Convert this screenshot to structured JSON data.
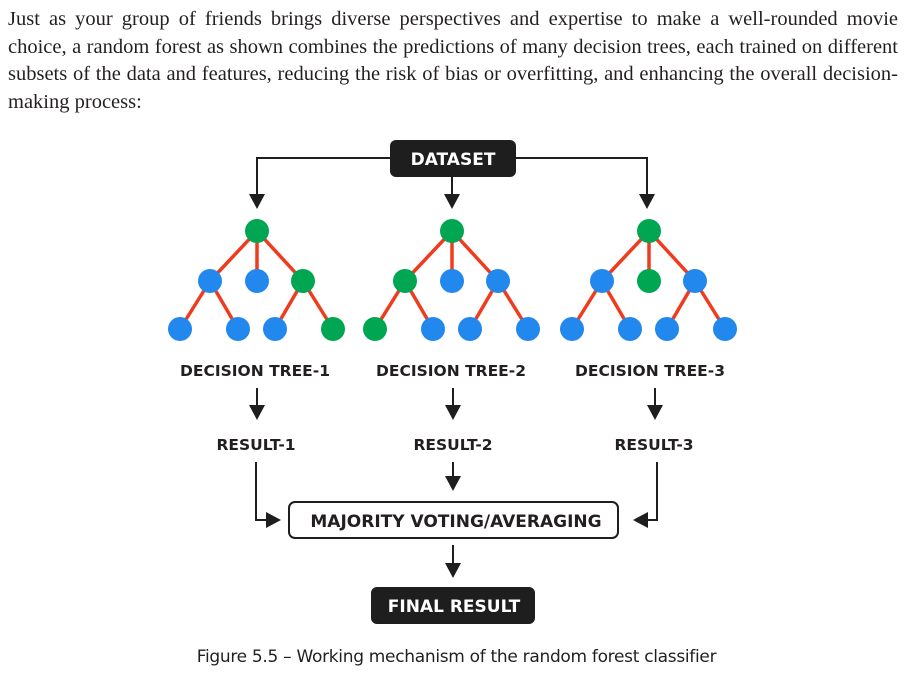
{
  "paragraph": "Just as your group of friends brings diverse perspectives and expertise to make a well-rounded movie choice, a random forest as shown combines the predictions of many decision trees, each trained on different subsets of the data and features, reducing the risk of bias or overfitting, and enhancing the overall decision-making process:",
  "diagram": {
    "dataset_label": "DATASET",
    "trees": [
      {
        "label": "DECISION TREE-1",
        "result": "RESULT-1",
        "nodes": {
          "root": "green",
          "level2": [
            "blue",
            "blue",
            "green"
          ],
          "level3": [
            "blue",
            "blue",
            "blue",
            "green"
          ]
        }
      },
      {
        "label": "DECISION TREE-2",
        "result": "RESULT-2",
        "nodes": {
          "root": "green",
          "level2": [
            "green",
            "blue",
            "blue"
          ],
          "level3": [
            "green",
            "blue",
            "blue",
            "blue"
          ]
        }
      },
      {
        "label": "DECISION TREE-3",
        "result": "RESULT-3",
        "nodes": {
          "root": "green",
          "level2": [
            "blue",
            "green",
            "blue"
          ],
          "level3": [
            "blue",
            "blue",
            "blue",
            "blue"
          ]
        }
      }
    ],
    "aggregator_label": "MAJORITY VOTING/AVERAGING",
    "final_label": "FINAL RESULT",
    "colors": {
      "green": "#00a651",
      "blue": "#2288ee",
      "edge": "#ef3b1e",
      "dark": "#1e1e1e",
      "text": "#231f20"
    }
  },
  "caption": "Figure 5.5 – Working mechanism of the random forest classifier"
}
